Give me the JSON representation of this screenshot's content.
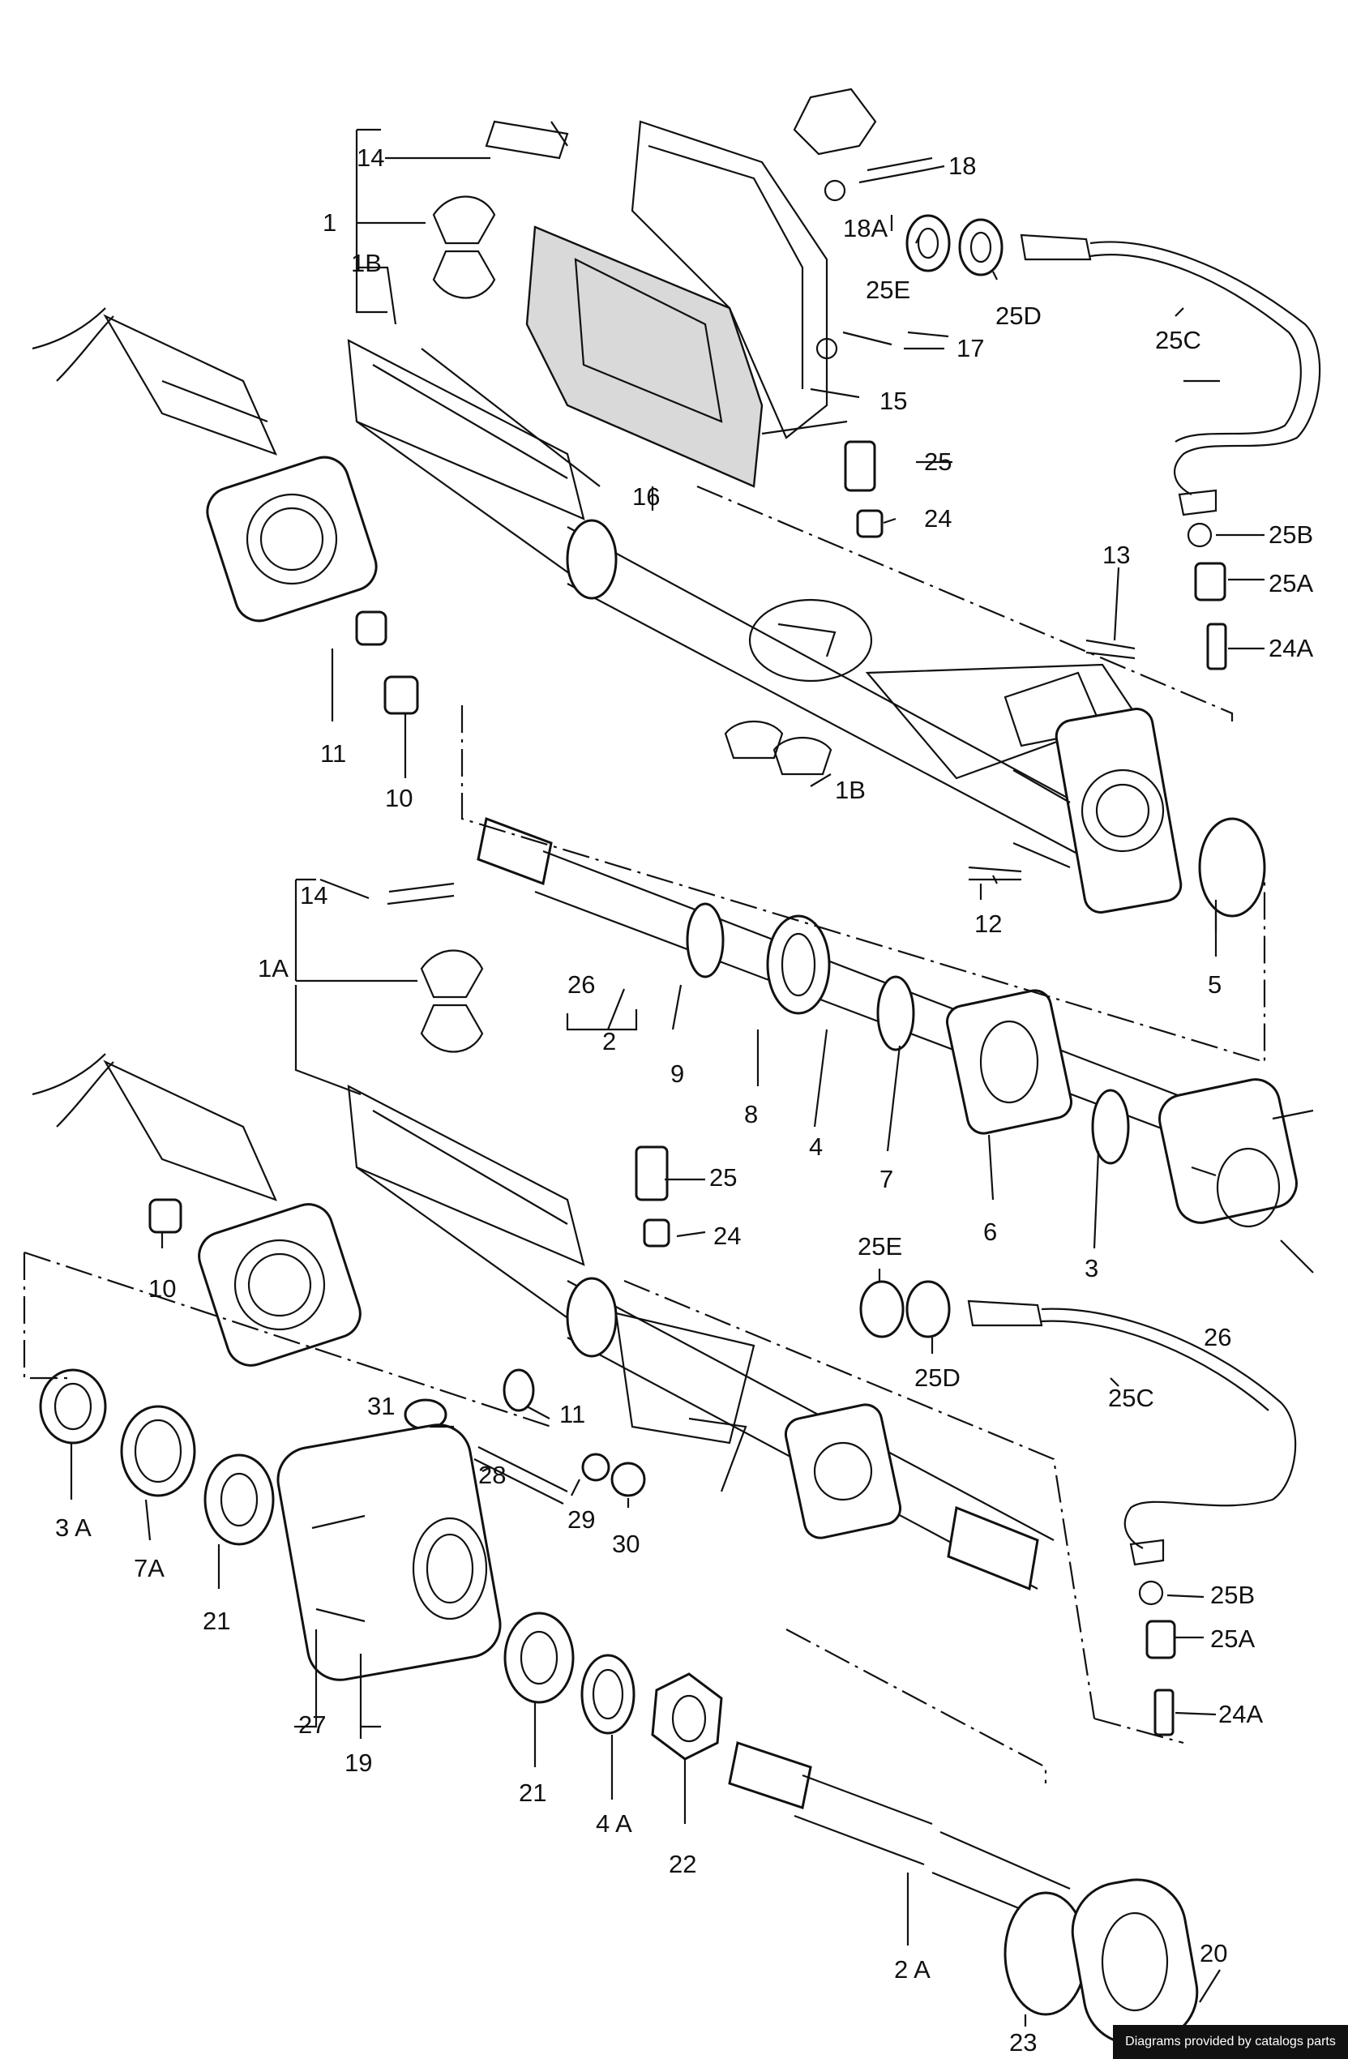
{
  "labels": {
    "l1": "1",
    "l1A": "1A",
    "l1B_top": "1B",
    "l1B_mid": "1B",
    "l2": "2",
    "l2A": "2 A",
    "l3": "3",
    "l3A": "3 A",
    "l4": "4",
    "l4A": "4 A",
    "l5": "5",
    "l6": "6",
    "l7": "7",
    "l7A": "7A",
    "l8": "8",
    "l9": "9",
    "l10_top": "10",
    "l10_bot": "10",
    "l11_top": "11",
    "l11_bot": "11",
    "l12": "12",
    "l13": "13",
    "l14_top": "14",
    "l14_mid": "14",
    "l15": "15",
    "l16": "16",
    "l17": "17",
    "l18": "18",
    "l18A": "18A",
    "l19": "19",
    "l20": "20",
    "l21_a": "21",
    "l21_b": "21",
    "l22": "22",
    "l23": "23",
    "l24_top": "24",
    "l24_mid": "24",
    "l24A_top": "24A",
    "l24A_bot": "24A",
    "l25_top": "25",
    "l25_mid": "25",
    "l25A_top": "25A",
    "l25A_bot": "25A",
    "l25B_top": "25B",
    "l25B_bot": "25B",
    "l25C_top": "25C",
    "l25C_bot": "25C",
    "l25D_top": "25D",
    "l25D_bot": "25D",
    "l25E_top": "25E",
    "l25E_bot": "25E",
    "l26_shaft": "26",
    "l26_stud": "26",
    "l27": "27",
    "l28": "28",
    "l29": "29",
    "l30": "30",
    "l31": "31"
  },
  "credit": "Diagrams provided by catalogs parts"
}
